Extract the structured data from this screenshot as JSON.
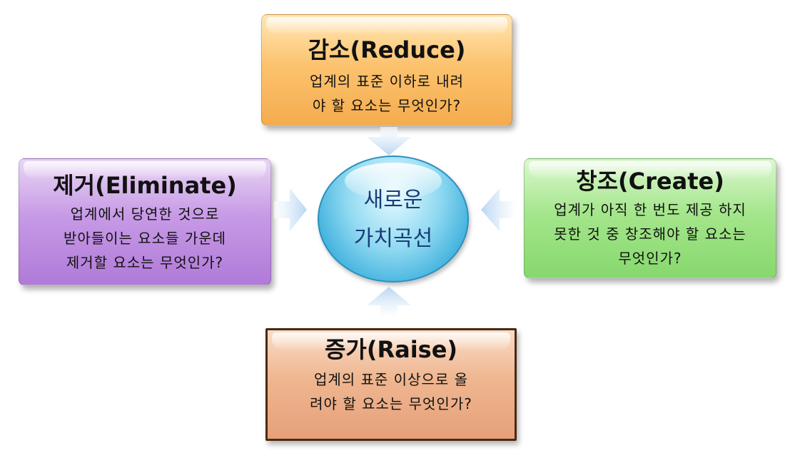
{
  "reduce": {
    "title": "감소(Reduce)",
    "desc": "업계의 표준 이하로 내려\n야 할 요소는 무엇인가?"
  },
  "eliminate": {
    "title": "제거(Eliminate)",
    "desc": "업계에서 당연한 것으로\n받아들이는 요소들 가운데\n제거할 요소는 무엇인가?"
  },
  "create": {
    "title": "창조(Create)",
    "desc": "업계가 아직 한 번도 제공 하지\n못한 것 중 창조해야 할 요소는\n무엇인가?"
  },
  "raise": {
    "title": "증가(Raise)",
    "desc": "업계의 표준 이상으로 올\n려야 할 요소는 무엇인가?"
  },
  "center": {
    "label": "새로운\n가치곡선"
  },
  "colors": {
    "reduce": "#fcc36f",
    "eliminate": "#c79ae6",
    "create": "#a5e68c",
    "raise": "#efb690",
    "center": "#3fb1dd",
    "arrow": "#b9d6f2"
  }
}
